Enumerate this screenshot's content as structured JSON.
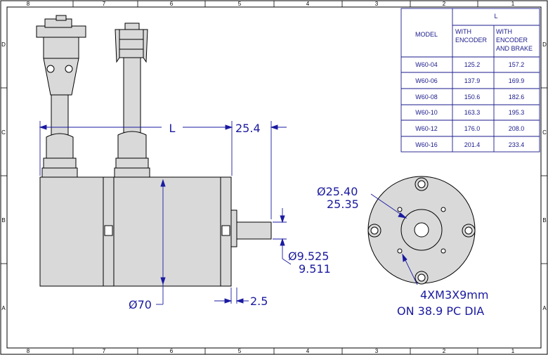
{
  "border": {
    "columns": [
      "8",
      "7",
      "6",
      "5",
      "4",
      "3",
      "2",
      "1"
    ],
    "rows": [
      "D",
      "C",
      "B",
      "A"
    ]
  },
  "table": {
    "header_model": "MODEL",
    "header_l": "L",
    "header_enc": [
      "WITH",
      "ENCODER"
    ],
    "header_brake": [
      "WITH",
      "ENCODER",
      "AND BRAKE"
    ],
    "rows": [
      {
        "model": "W60-04",
        "enc": "125.2",
        "brake": "157.2"
      },
      {
        "model": "W60-06",
        "enc": "137.9",
        "brake": "169.9"
      },
      {
        "model": "W60-08",
        "enc": "150.6",
        "brake": "182.6"
      },
      {
        "model": "W60-10",
        "enc": "163.3",
        "brake": "195.3"
      },
      {
        "model": "W60-12",
        "enc": "176.0",
        "brake": "208.0"
      },
      {
        "model": "W60-16",
        "enc": "201.4",
        "brake": "233.4"
      }
    ]
  },
  "dims": {
    "length": "L",
    "flange": "25.4",
    "body_dia": "Ø70",
    "pilot_thk": "2.5",
    "shaft_dia_max": "Ø9.525",
    "shaft_dia_min": "9.511",
    "pilot_dia_max": "Ø25.40",
    "pilot_dia_min": "25.35",
    "holes_line1": "4XM3X9mm",
    "holes_line2": "ON 38.9 PC DIA"
  },
  "colors": {
    "ink": "#1a1aa0",
    "body": "#d9d9d9"
  }
}
